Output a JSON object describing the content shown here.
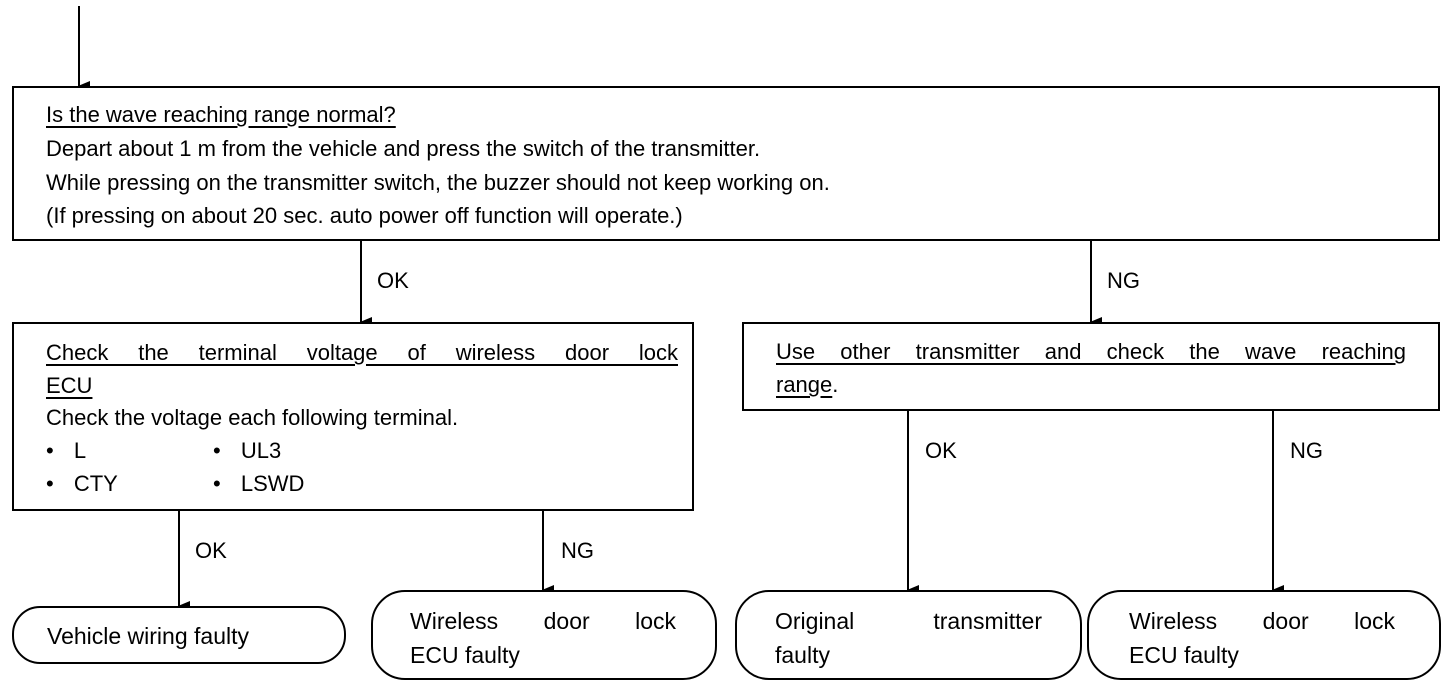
{
  "top_box": {
    "question": "Is the wave reaching range normal?",
    "lines": [
      "Depart about 1 m from the vehicle and press the switch of the transmitter.",
      "While pressing on the transmitter switch, the buzzer should not keep working on.",
      "(If pressing on about 20 sec. auto power off function will operate.)"
    ]
  },
  "branch_labels": {
    "top_ok": "OK",
    "top_ng": "NG",
    "ecu_ok": "OK",
    "ecu_ng": "NG",
    "tx_ok": "OK",
    "tx_ng": "NG"
  },
  "ecu_box": {
    "title_line1": "Check the terminal voltage of wireless door lock",
    "title_line2": "ECU",
    "subtitle": "Check the voltage each following terminal.",
    "terminals": [
      "L",
      "UL3",
      "CTY",
      "LSWD"
    ],
    "bullet": "•"
  },
  "tx_box": {
    "title_line1": "Use other transmitter and check the wave reaching",
    "title_line2": "range",
    "title_end": "."
  },
  "results": {
    "vehicle_wiring": "Vehicle wiring faulty",
    "ecu_faulty_1_line1": "Wireless door lock",
    "ecu_faulty_1_line2": "ECU faulty",
    "original_tx_line1": "Original transmitter",
    "original_tx_line2": "faulty",
    "ecu_faulty_2_line1": "Wireless door lock",
    "ecu_faulty_2_line2": "ECU faulty"
  }
}
